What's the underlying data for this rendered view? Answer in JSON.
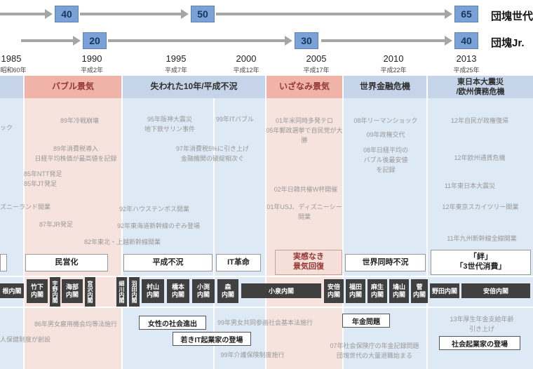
{
  "colors": {
    "age_box_bg": "#7ba2d6",
    "arrow_gray": "#a6a6a6",
    "band_pink": "#efb3a8",
    "band_blue": "#c5d4e8",
    "column_pink": "#f7e3de",
    "column_blue": "#dde9f4",
    "era_red_text": "#953735",
    "cabinet_bg": "#404040"
  },
  "generation_rows": {
    "row1": {
      "label": "団塊世代",
      "ages": [
        "40",
        "50",
        "65"
      ]
    },
    "row2": {
      "label": "団塊Jr.",
      "ages": [
        "20",
        "30",
        "40"
      ]
    }
  },
  "years": [
    {
      "year": "1985",
      "wareki": "昭和60年"
    },
    {
      "year": "1990",
      "wareki": "平成2年"
    },
    {
      "year": "1995",
      "wareki": "平成7年"
    },
    {
      "year": "2000",
      "wareki": "平成12年"
    },
    {
      "year": "2005",
      "wareki": "平成17年"
    },
    {
      "year": "2010",
      "wareki": "平成22年"
    },
    {
      "year": "2013",
      "wareki": "平成25年"
    }
  ],
  "eras": {
    "bubble": "バブル景気",
    "lost": "失われた10年/平成不況",
    "izanami": "いざなみ景気",
    "crisis": "世界金融危機",
    "quake": "東日本大震災\n/欧州債務危機"
  },
  "events": [
    "ック",
    "85年NTT発足",
    "85年JT発足",
    "ズニーランド開業",
    "87年JR発足",
    "89年冷戦崩壊",
    "89年消費税導入\n日経平均株価が最高値を記録",
    "92年ハウステンボス開業",
    "92年東海道新幹線のぞみ登場",
    "82年東北・上越新幹線開業",
    "95年阪神大震災\n地下鉄サリン事件",
    "97年消費税5%に引き上げ\n金融機関の破綻相次ぐ",
    "99年ITバブル",
    "01年米同時多発テロ\n05年郵政選挙で自民党が大勝",
    "02年日韓共催W杯開催",
    "01年USJ、ディズニーシー開業",
    "08年リーマンショック",
    "09年政権交代",
    "08年日経平均の\nバブル後最安値\nを記録",
    "12年自民が政権復帰",
    "12年欧州通貨危機",
    "11年東日本大震災",
    "12年東京スカイツリー開業",
    "11年九州新幹線全線開業"
  ],
  "keywords": [
    "民営化",
    "平成不況",
    "IT革命",
    "実感なき\n景気回復",
    "世界同時不況",
    "「絆」\n「3世代消費」"
  ],
  "cabinets": [
    "根内閣",
    "竹下\n内閣",
    "宇野内閣",
    "海部\n内閣",
    "宮沢内閣",
    "細川内閣",
    "羽田内閣",
    "村山\n内閣",
    "橋本\n内閣",
    "小渕\n内閣",
    "森\n内閣",
    "小泉内閣",
    "安倍\n内閣",
    "福田\n内閣",
    "麻生\n内閣",
    "鳩山\n内閣",
    "菅\n内閣",
    "野田内閣",
    "安倍内閣"
  ],
  "social": {
    "equal_employment": "86年男女雇用機会均等法施行",
    "elder_health": "人保健制度が創設",
    "women_advance": "女性の社会進出",
    "young_it": "若きIT起業家の登場",
    "gender_equality": "99年男女共同参画社会基本法施行",
    "nursing_insurance": "99年介護保険制度施行",
    "pension_problem": "年金問題",
    "pension_record": "07年社会保険庁の年金記録問題\n団塊世代の大量退職始まる",
    "pension_age": "13年厚生年金支給年齢\n引き上げ",
    "social_entrepreneur": "社会起業家の登場"
  }
}
